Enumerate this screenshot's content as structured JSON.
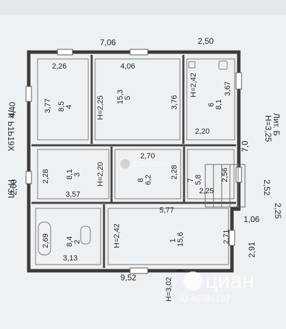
{
  "plan": {
    "outer_dims": {
      "top_left": "7,06",
      "top_right": "2,50",
      "left_upper": "4,40",
      "left_lower": "2,60",
      "bottom": "9,52",
      "right_mid": "7,0",
      "right_step": "1,06",
      "right_lower": "2,91"
    },
    "rooms": [
      {
        "id": "4",
        "area": "8,5",
        "w": "2,26",
        "h": "3,77"
      },
      {
        "id": "5",
        "area": "15,3",
        "w": "4,06",
        "h": "3,76",
        "height": "H=2,25"
      },
      {
        "id": "6",
        "area": "8,1",
        "w": "2,20",
        "h": "3,67",
        "height": "H=2,42"
      },
      {
        "id": "3",
        "area": "8,1",
        "w": "3,57",
        "h": "2,28",
        "height": "H=2,20"
      },
      {
        "id": "8",
        "area": "6,2",
        "w": "2,70",
        "h": "2,28"
      },
      {
        "id": "7",
        "area": "5,8",
        "w": "2,25",
        "h": "2,56"
      },
      {
        "id": "2",
        "area": "8,4",
        "w": "3,13",
        "h": "2,69"
      },
      {
        "id": "1",
        "area": "15,6",
        "w": "5,77",
        "h": "2,71",
        "height": "H=2,42"
      }
    ],
    "side_text": {
      "left_vertical_1": "Лт Ь1Ь19Х",
      "left_vertical_2": "П-3Л",
      "right_vertical_1": "Лит. Б",
      "right_vertical_2": "H=3,25",
      "right_vertical_3": "2,52",
      "right_vertical_4": "2,25"
    },
    "bottom_height": "H=3,02"
  },
  "watermarks": {
    "domclick": "ДОМКЛИК",
    "cian": "циан",
    "cian_id": "ID 46586167"
  }
}
